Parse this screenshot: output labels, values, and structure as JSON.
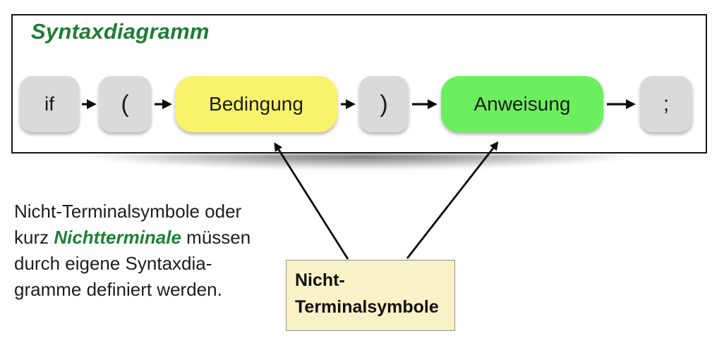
{
  "diagram": {
    "title": "Syntaxdiagramm",
    "title_color": "#1e7d33",
    "nodes": [
      {
        "label": "if",
        "type": "terminal",
        "color": "#dadada"
      },
      {
        "label": "(",
        "type": "terminal",
        "color": "#dadada"
      },
      {
        "label": "Bedingung",
        "type": "non-terminal",
        "color": "#f9f26b"
      },
      {
        "label": ")",
        "type": "terminal",
        "color": "#dadada"
      },
      {
        "label": "Anweisung",
        "type": "non-terminal",
        "color": "#6cef5e"
      },
      {
        "label": ";",
        "type": "terminal",
        "color": "#dadada"
      }
    ]
  },
  "note": {
    "line1": "Nicht-Terminalsymbole oder",
    "line2_prefix": "kurz ",
    "line2_highlight": "Nichtterminale",
    "line2_suffix": " müssen",
    "line3": "durch eigene Syntaxdia-",
    "line4": "gramme definiert werden.",
    "highlight_color": "#1e8234"
  },
  "callout": {
    "line1": "Nicht-",
    "line2": "Terminalsymbole",
    "background": "#faf2c7"
  }
}
